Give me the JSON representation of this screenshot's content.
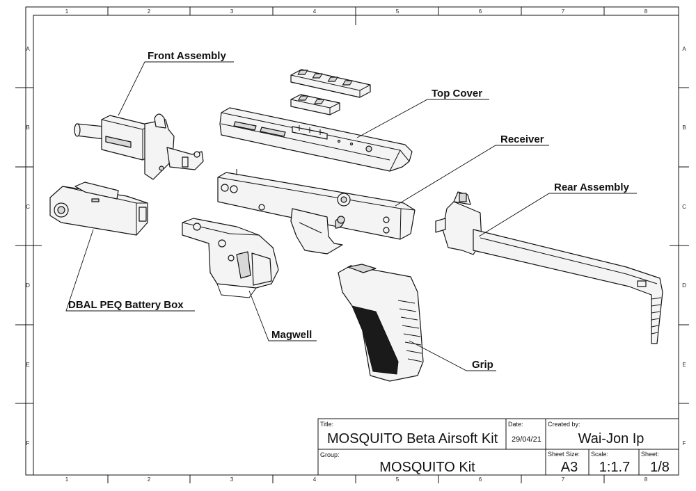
{
  "zones": {
    "columns": [
      "1",
      "2",
      "3",
      "4",
      "5",
      "6",
      "7",
      "8"
    ],
    "rows": [
      "A",
      "B",
      "C",
      "D",
      "E",
      "F"
    ]
  },
  "labels": {
    "front_assembly": "Front Assembly",
    "top_cover": "Top Cover",
    "receiver": "Receiver",
    "rear_assembly": "Rear Assembly",
    "battery_box": "DBAL PEQ Battery Box",
    "magwell": "Magwell",
    "grip": "Grip"
  },
  "title_block": {
    "title_label": "Title:",
    "title_value": "MOSQUITO Beta Airsoft Kit",
    "date_label": "Date:",
    "date_value": "29/04/21",
    "created_label": "Created by:",
    "created_value": "Wai-Jon Ip",
    "group_label": "Group:",
    "group_value": "MOSQUITO Kit",
    "size_label": "Sheet Size:",
    "size_value": "A3",
    "scale_label": "Scale:",
    "scale_value": "1:1.7",
    "sheet_label": "Sheet:",
    "sheet_value": "1/8"
  }
}
